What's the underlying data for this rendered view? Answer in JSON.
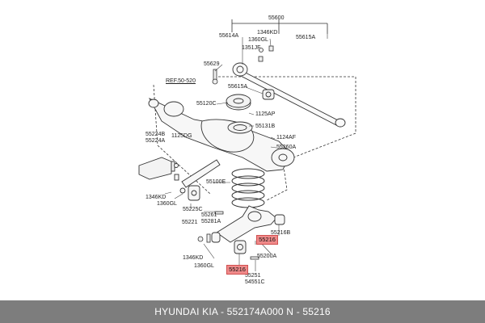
{
  "labels": {
    "l55600": "55600",
    "l55614A": "55614A",
    "l1346KD_top": "1346KD",
    "l1360GL_top": "1360GL",
    "l55615A_top": "55615A",
    "l1351JF": "1351JF",
    "l55629": "55629",
    "lREF": "REF.50-520",
    "l55615A_mid": "55615A",
    "l55120C": "55120C",
    "l1125AP": "1125AP",
    "l55131B": "55131B",
    "l55224B": "55224B",
    "l55224A": "55224A",
    "l1125DG": "1125DG",
    "l1124AF": "1124AF",
    "l55260A": "55260A",
    "l55100E": "55100E",
    "l1346KD_left": "1346KD",
    "l1360GL_left": "1360GL",
    "l55225C": "55225C",
    "l55221": "55221",
    "l55261": "55261",
    "l55281A": "55281A",
    "l55216B": "55216B",
    "l55200A": "55200A",
    "l1346KD_bot": "1346KD",
    "l1360GL_bot": "1360GL",
    "l55251": "55251",
    "l54551C": "54551C"
  },
  "highlights": {
    "h1": "55216",
    "h2": "55216"
  },
  "footer": {
    "text": "HYUNDAI  KIA - 552174A000     N - 55216"
  },
  "colors": {
    "highlight": "#f08a8a",
    "footer_bg": "#7d7d7d"
  }
}
